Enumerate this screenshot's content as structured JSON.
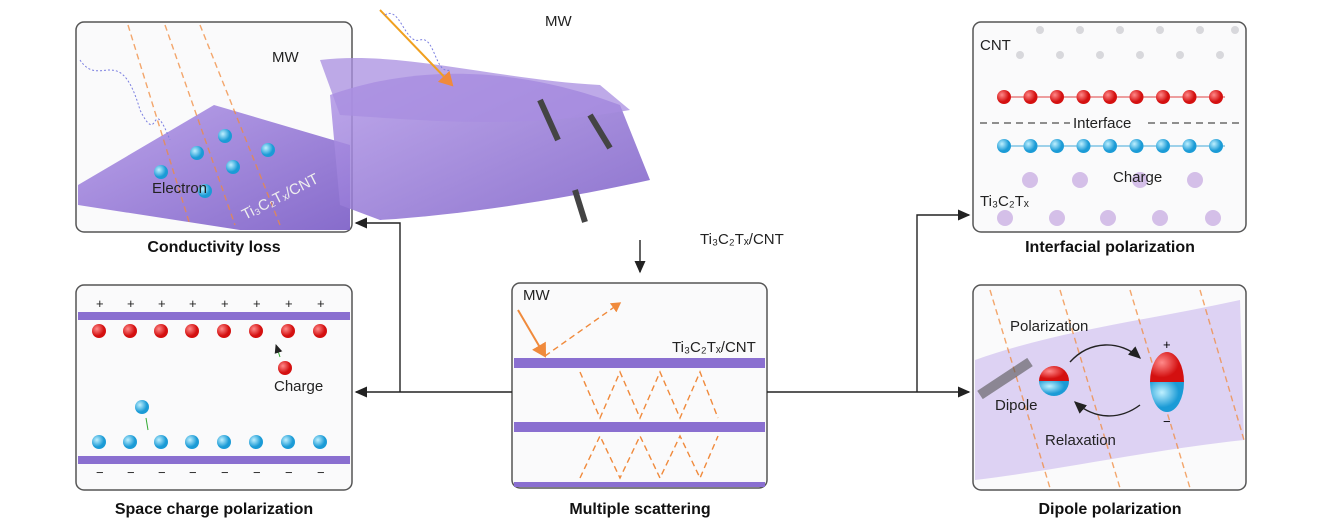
{
  "panels": {
    "conductivity": {
      "caption": "Conductivity loss",
      "mw": "MW",
      "electron": "Electron",
      "material": "Ti₃C₂Tₓ/CNT"
    },
    "space_charge": {
      "caption": "Space charge polarization",
      "charge": "Charge",
      "plus": "+",
      "minus": "−"
    },
    "center": {
      "mw": "MW",
      "material": "Ti₃C₂Tₓ/CNT"
    },
    "scattering": {
      "caption": "Multiple scattering",
      "mw": "MW",
      "material": "Ti₃C₂Tₓ/CNT"
    },
    "interfacial": {
      "caption": "Interfacial polarization",
      "cnt": "CNT",
      "interface": "Interface",
      "charge": "Charge",
      "material": "Ti₃C₂Tₓ"
    },
    "dipole": {
      "caption": "Dipole polarization",
      "polarization": "Polarization",
      "dipole": "Dipole",
      "relaxation": "Relaxation",
      "plus": "+",
      "minus": "−"
    }
  },
  "colors": {
    "purple": "#8a6fd0",
    "positive": "#e11f1f",
    "negative": "#2aa7de",
    "wave": "#f08a3c"
  }
}
